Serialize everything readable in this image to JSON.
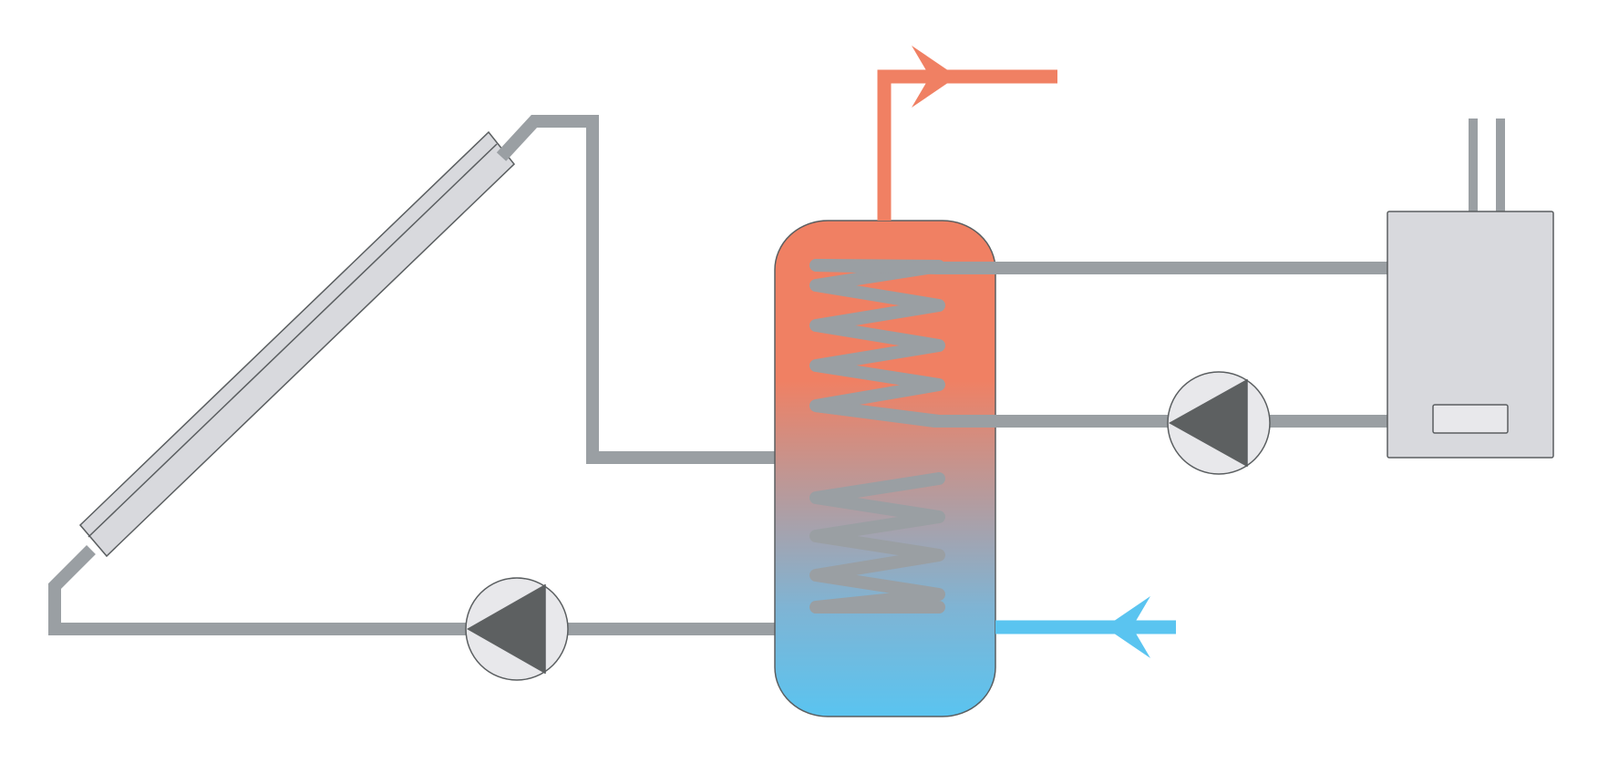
{
  "diagram": {
    "kind": "solar-thermal-hot-water-system",
    "components": [
      {
        "name": "solar-collector",
        "icon": "solar-panel-icon"
      },
      {
        "name": "solar-circuit-pump",
        "icon": "pump-icon"
      },
      {
        "name": "hot-water-storage-tank",
        "icon": "cylinder-icon"
      },
      {
        "name": "boiler-circuit-pump",
        "icon": "pump-icon"
      },
      {
        "name": "boiler",
        "icon": "boiler-icon"
      },
      {
        "name": "hot-water-outlet",
        "icon": "arrow-right-icon"
      },
      {
        "name": "cold-water-inlet",
        "icon": "arrow-left-icon"
      }
    ],
    "labels": []
  },
  "colors": {
    "pipe": "#9a9fa3",
    "hot": "#f08063",
    "cold": "#5ac4f0",
    "panel_fill": "#d8d9dd",
    "pump_fill": "#e8e8eb",
    "pump_triangle": "#5d6061",
    "outline": "#5a5e60",
    "background": "#ffffff"
  }
}
